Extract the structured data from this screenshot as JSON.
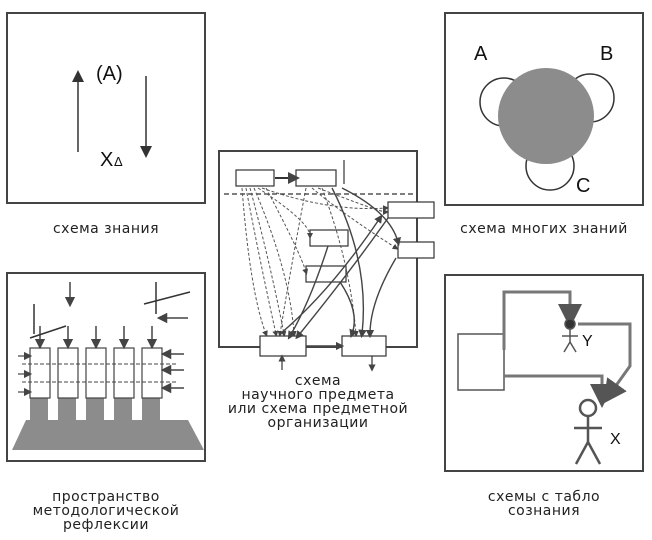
{
  "panels": {
    "knowledge": {
      "caption": "схема знания",
      "label_top": "(A)",
      "label_bottom": "X",
      "label_bottom_sub": "Δ"
    },
    "many_knowledges": {
      "caption": "схема многих знаний",
      "label_a": "A",
      "label_b": "B",
      "label_c": "C"
    },
    "subject": {
      "caption_lines": [
        "схема",
        "научного предмета",
        "или схема предметной",
        "организации"
      ]
    },
    "reflection": {
      "caption_lines": [
        "пространство",
        "методологической",
        "рефлексии"
      ]
    },
    "consciousness": {
      "caption_lines": [
        "схемы с табло",
        "сознания"
      ],
      "label_y": "Y",
      "label_x": "X"
    }
  },
  "colors": {
    "border": "#444444",
    "grey_fill": "#8c8c8c",
    "dark_line": "#555555"
  }
}
